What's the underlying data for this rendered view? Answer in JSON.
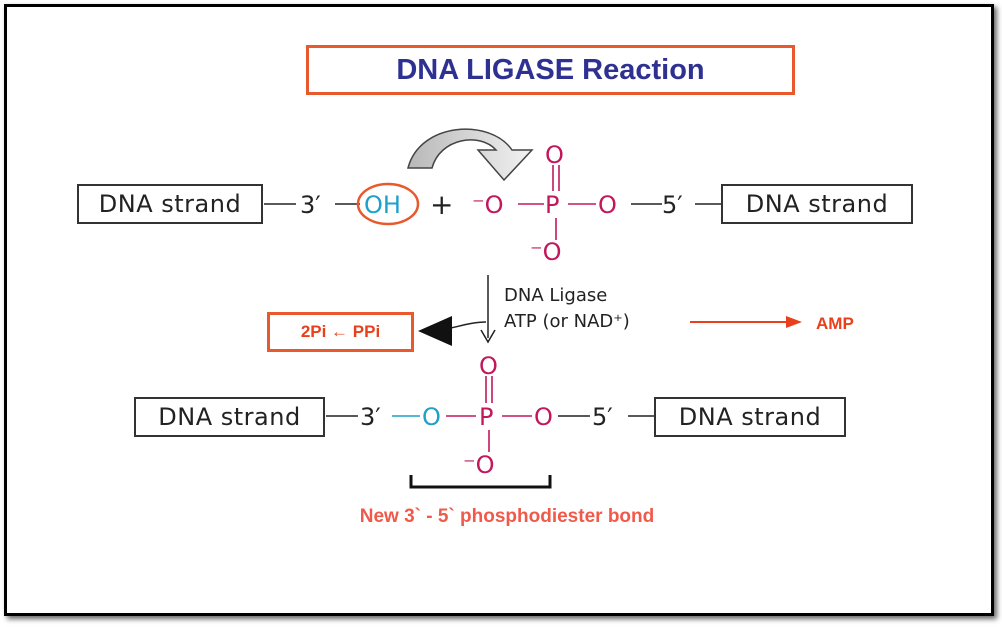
{
  "title": "DNA LIGASE Reaction",
  "reactant": {
    "left_strand": "DNA strand",
    "three_prime": "3′",
    "hydroxyl": "OH",
    "plus": "+",
    "phosphate": {
      "top_O": "O",
      "left_O": "⁻O",
      "P": "P",
      "right_O": "O",
      "bottom_O": "⁻O"
    },
    "five_prime": "5′",
    "right_strand": "DNA strand"
  },
  "enzyme": {
    "line1": "DNA Ligase",
    "line2": "ATP (or NAD⁺)"
  },
  "byproducts": {
    "pyrophosphate": "2Pi ← PPi",
    "amp": "AMP"
  },
  "product": {
    "left_strand": "DNA strand",
    "three_prime": "3′",
    "bridge_O": "O",
    "phosphate": {
      "top_O": "O",
      "P": "P",
      "right_O": "O",
      "bottom_O": "⁻O"
    },
    "five_prime": "5′",
    "right_strand": "DNA strand"
  },
  "caption": "New 3` - 5` phosphodiester bond",
  "colors": {
    "title": "#2e3192",
    "highlight_border": "#e85a2e",
    "byproduct_text": "#e8401c",
    "caption": "#f05a4a",
    "phosphate": "#c2185b",
    "hydroxyl": "#1ea0c8",
    "ink": "#222222"
  }
}
